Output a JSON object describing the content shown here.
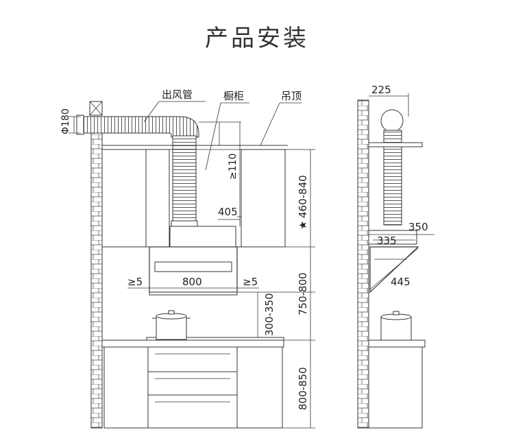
{
  "title": "产品安装",
  "labels": {
    "duct": "出风管",
    "cabinet": "橱柜",
    "ceiling": "吊顶"
  },
  "dims": {
    "pipe_diameter": "Φ180",
    "cabinet_gap": "≥110",
    "star": "★",
    "hang_height": "460-840",
    "duct_offset": "405",
    "gap_left": "≥5",
    "hood_width": "800",
    "gap_right": "≥5",
    "hood_to_counter": "750-800",
    "pot_to_hood": "300-350",
    "counter_height": "800-850",
    "side_top_width": "225",
    "side_outlet": "350",
    "side_depth": "335",
    "side_diag": "445"
  }
}
